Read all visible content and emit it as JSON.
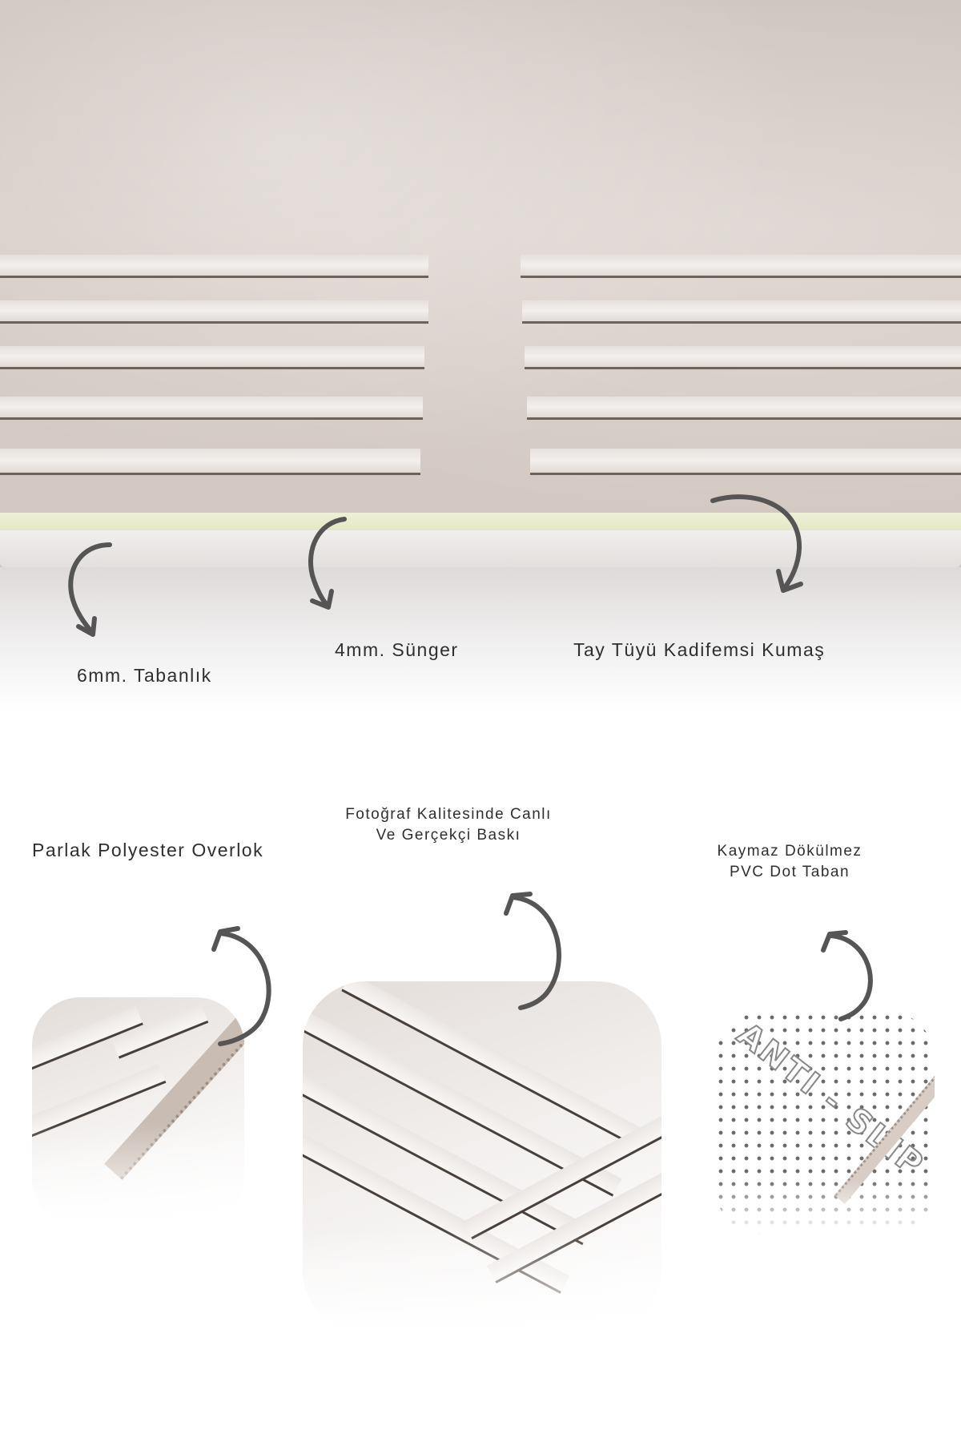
{
  "layers": {
    "base": "6mm. Tabanlık",
    "foam": "4mm. Sünger",
    "fabric": "Tay Tüyü Kadifemsi Kumaş"
  },
  "features": {
    "overlock": "Parlak Polyester Overlok",
    "print_line1": "Fotoğraf Kalitesinde Canlı",
    "print_line2": "Ve Gerçekçi Baskı",
    "backing_line1": "Kaymaz Dökülmez",
    "backing_line2": "PVC Dot Taban",
    "badge": "ANTI - SLIP"
  },
  "icons": [
    "curved-arrow-icon"
  ],
  "colors": {
    "arrow": "#555555",
    "carpet": "#d3c8c1",
    "foam": "#e4e8c4",
    "text": "#2f2f2f"
  }
}
